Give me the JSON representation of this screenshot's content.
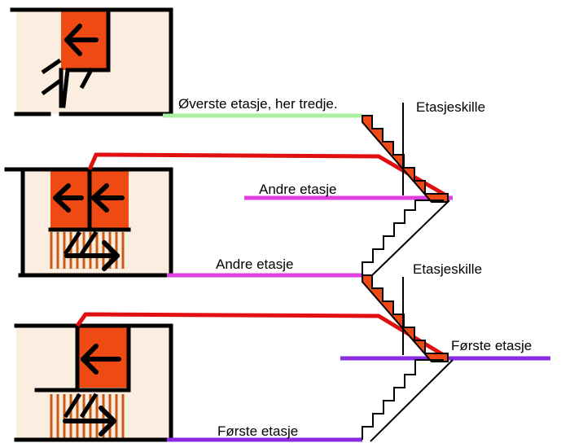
{
  "colors": {
    "floor_fill": "#fbeee0",
    "stair_orange": "#f04a14",
    "outline": "#000000",
    "line_green": "#a8f0a0",
    "line_magenta": "#e040e0",
    "line_purple": "#8a2be2",
    "line_red": "#e01010"
  },
  "labels": {
    "top_floor": "Øverste etasje, her tredje.",
    "floor_divider_1": "Etasjeskille",
    "second_floor_upper": "Andre etasje",
    "second_floor_lower": "Andre etasje",
    "floor_divider_2": "Etasjeskille",
    "first_floor_upper": "Første etasje",
    "first_floor_lower": "Første etasje"
  },
  "icons": [
    "arrow-left-icon",
    "arrow-right-icon"
  ]
}
